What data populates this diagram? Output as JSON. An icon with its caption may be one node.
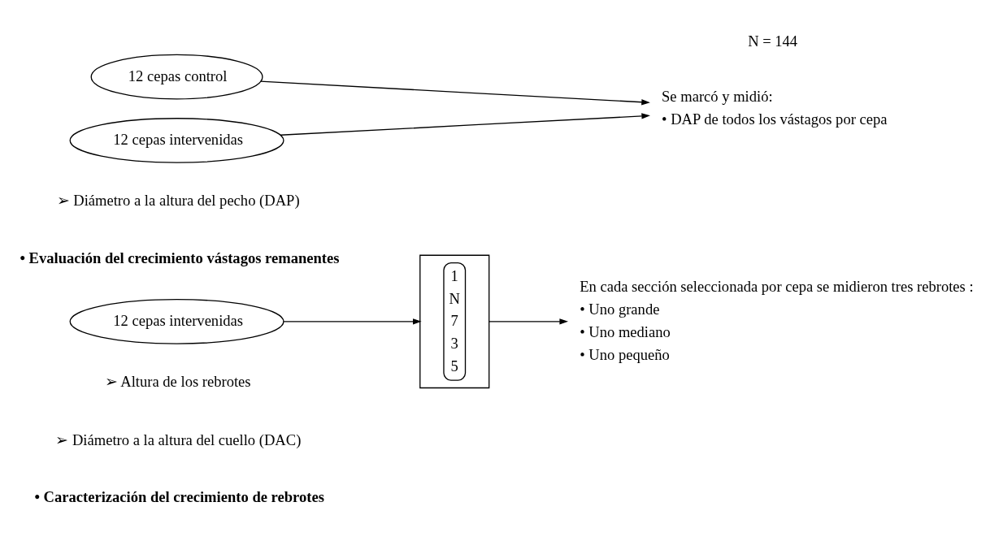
{
  "diagram": {
    "nodes": [
      {
        "text": [
          "12 cepas intervenidas"
        ]
      },
      {
        "text": [
          "1",
          "N",
          "7",
          "3",
          "5"
        ]
      },
      {
        "text": [
          "En cada sección seleccionada por cepa se midieron tres rebrotes :",
          "• Uno grande",
          "• Uno mediano",
          "• Uno pequeño"
        ]
      },
      {
        "text": [
          "12 cepas control"
        ]
      },
      {
        "text": [
          "12 cepas intervenidas"
        ]
      },
      {
        "text": [
          "Se marcó y midió:",
          "• DAP de todos los vástagos por cepa"
        ]
      }
    ],
    "edges": [
      {
        "from": 0,
        "to": 1,
        "arrow": "to"
      },
      {
        "from": 1,
        "to": 2,
        "arrow": "to"
      },
      {
        "from": 3,
        "to": 5,
        "arrow": "to"
      },
      {
        "from": 4,
        "to": 5,
        "arrow": "to"
      }
    ],
    "labels": [
      "• Caracterización del crecimiento de rebrotes",
      "➢ Diámetro a la altura del cuello (DAC)",
      "➢ Altura de los rebrotes",
      "N = 144",
      "• Evaluación del crecimiento vástagos remanentes",
      "➢ Diámetro a la altura del pecho (DAP)"
    ]
  }
}
